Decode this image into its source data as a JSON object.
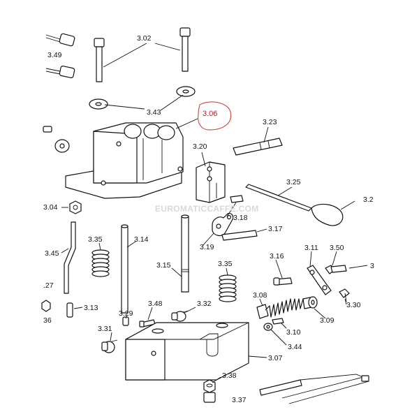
{
  "diagram": {
    "watermark": "EUROMATICCAFFE.COM",
    "highlight_label": "3.06",
    "parts": [
      {
        "id": "3.02a",
        "label": "3.02"
      },
      {
        "id": "3.49",
        "label": "3.49"
      },
      {
        "id": "3.02b",
        "label": "3.02"
      },
      {
        "id": "3.43",
        "label": "3.43"
      },
      {
        "id": "3.23",
        "label": "3.23"
      },
      {
        "id": "3.20",
        "label": "3.20"
      },
      {
        "id": "3.25",
        "label": "3.25"
      },
      {
        "id": "3.2x",
        "label": "3.2"
      },
      {
        "id": "3.04",
        "label": "3.04"
      },
      {
        "id": "3.18",
        "label": "3.18"
      },
      {
        "id": "3.17",
        "label": "3.17"
      },
      {
        "id": "3.19",
        "label": "3.19"
      },
      {
        "id": "3.45",
        "label": "3.45"
      },
      {
        "id": "3.35a",
        "label": "3.35"
      },
      {
        "id": "3.14",
        "label": "3.14"
      },
      {
        "id": "3.15",
        "label": "3.15"
      },
      {
        "id": "3.35b",
        "label": "3.35"
      },
      {
        "id": "3.16",
        "label": "3.16"
      },
      {
        "id": "3.11",
        "label": "3.11"
      },
      {
        "id": "3.50",
        "label": "3.50"
      },
      {
        "id": "3x",
        "label": "3"
      },
      {
        "id": "3.27",
        "label": ".27"
      },
      {
        "id": "3.13",
        "label": "3.13"
      },
      {
        "id": "3.36",
        "label": "36"
      },
      {
        "id": "3.48",
        "label": "3.48"
      },
      {
        "id": "3.32",
        "label": "3.32"
      },
      {
        "id": "3.08",
        "label": "3.08"
      },
      {
        "id": "3.30",
        "label": "3.30"
      },
      {
        "id": "3.09",
        "label": "3.09"
      },
      {
        "id": "3.29",
        "label": "3.29"
      },
      {
        "id": "3.10",
        "label": "3.10"
      },
      {
        "id": "3.31",
        "label": "3.31"
      },
      {
        "id": "3.44",
        "label": "3.44"
      },
      {
        "id": "3.07",
        "label": "3.07"
      },
      {
        "id": "3.38",
        "label": "3.38"
      },
      {
        "id": "3.37",
        "label": "3.37"
      }
    ]
  }
}
